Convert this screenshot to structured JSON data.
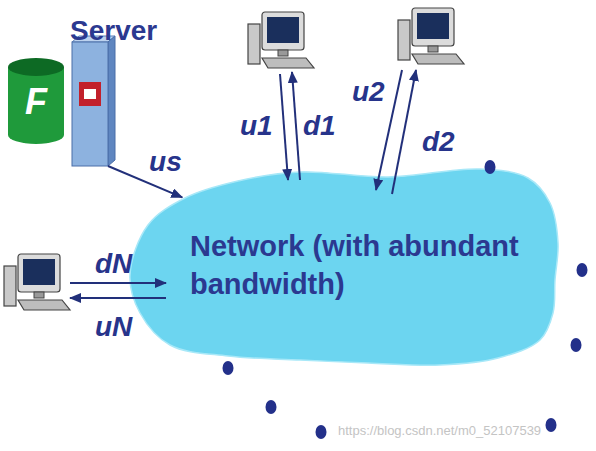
{
  "diagram": {
    "nodes": [
      {
        "text": [
          "F"
        ]
      },
      {
        "text": [
          "Server"
        ]
      },
      {
        "text": [
          "Network (with abundant bandwidth)"
        ]
      }
    ],
    "edges": [
      {
        "from": 1,
        "to": 2,
        "arrow": "to",
        "label": "us"
      }
    ],
    "labels": [
      "u1",
      "d1",
      "u2",
      "d2",
      "dN",
      "uN",
      "https://blog.csdn.net/m0_52107539"
    ]
  }
}
